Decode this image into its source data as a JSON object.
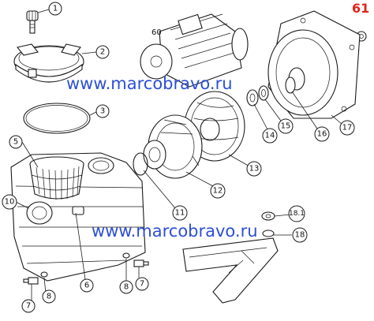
{
  "labels": {
    "p1": "1",
    "p2": "2",
    "p3": "3",
    "p5": "5",
    "p6": "6",
    "p7a": "7",
    "p7b": "7",
    "p8a": "8",
    "p8b": "8",
    "p10": "10",
    "p11": "11",
    "p12": "12",
    "p13": "13",
    "p14": "14",
    "p15": "15",
    "p16": "16",
    "p17": "17",
    "p18": "18",
    "p18_1": "18.1",
    "p60": "60",
    "p61": "61"
  },
  "watermark": {
    "top": "www.marcobravo.ru",
    "bottom": "www.marcobravo.ru"
  },
  "colors": {
    "watermark": "#2d4fd6",
    "highlight": "#e0241b",
    "line": "#1a1a1a"
  }
}
